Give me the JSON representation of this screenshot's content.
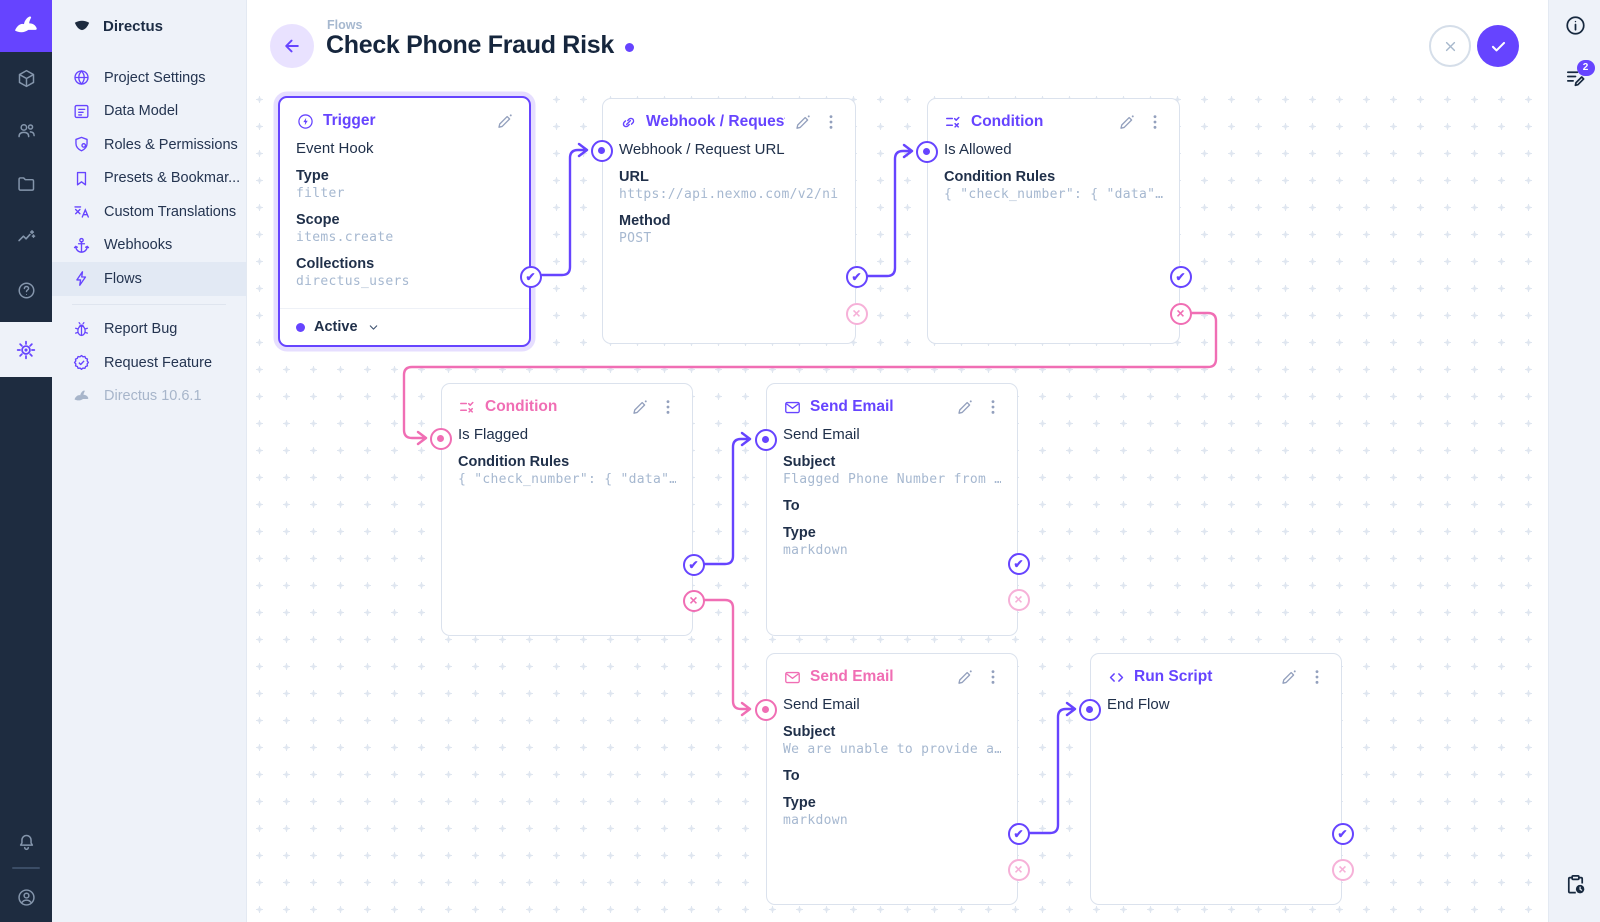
{
  "brand": {
    "primary": "#6644ff",
    "pink": "#f06eb4",
    "pink_muted": "#f6b1d8"
  },
  "nav": {
    "project_name": "Directus",
    "items": [
      {
        "label": "Project Settings",
        "icon": "globe"
      },
      {
        "label": "Data Model",
        "icon": "data-model"
      },
      {
        "label": "Roles & Permissions",
        "icon": "shield"
      },
      {
        "label": "Presets & Bookmar...",
        "icon": "bookmark"
      },
      {
        "label": "Custom Translations",
        "icon": "translate"
      },
      {
        "label": "Webhooks",
        "icon": "anchor"
      },
      {
        "label": "Flows",
        "icon": "bolt",
        "active": true
      }
    ],
    "footer_items": [
      {
        "label": "Report Bug",
        "icon": "bug"
      },
      {
        "label": "Request Feature",
        "icon": "feature"
      },
      {
        "label": "Directus 10.6.1",
        "icon": "rabbit",
        "muted": true
      }
    ]
  },
  "header": {
    "breadcrumb": "Flows",
    "title": "Check Phone Fraud Risk"
  },
  "right_bar": {
    "notes_badge": "2"
  },
  "flow": {
    "nodes": [
      {
        "id": "trigger",
        "type_label": "Trigger",
        "icon": "trigger",
        "accent": "purple",
        "selected": true,
        "name": "Event Hook",
        "fields": [
          {
            "label": "Type",
            "value": "filter"
          },
          {
            "label": "Scope",
            "value": "items.create"
          },
          {
            "label": "Collections",
            "value": "directus_users"
          }
        ],
        "status": "Active"
      },
      {
        "id": "webhook",
        "type_label": "Webhook / Request URL",
        "icon": "link",
        "accent": "purple",
        "name": "Webhook / Request URL",
        "fields": [
          {
            "label": "URL",
            "value": "https://api.nexmo.com/v2/ni"
          },
          {
            "label": "Method",
            "value": "POST"
          }
        ]
      },
      {
        "id": "cond_allowed",
        "type_label": "Condition",
        "icon": "condition",
        "accent": "purple",
        "name": "Is Allowed",
        "fields": [
          {
            "label": "Condition Rules",
            "value": "{ \"check_number\": { \"data\"…"
          }
        ]
      },
      {
        "id": "cond_flagged",
        "type_label": "Condition",
        "icon": "condition",
        "accent": "pink",
        "name": "Is Flagged",
        "fields": [
          {
            "label": "Condition Rules",
            "value": "{ \"check_number\": { \"data\"…"
          }
        ]
      },
      {
        "id": "email_flagged",
        "type_label": "Send Email",
        "icon": "email",
        "accent": "purple",
        "name": "Send Email",
        "fields": [
          {
            "label": "Subject",
            "value": "Flagged Phone Number from …"
          },
          {
            "label": "To",
            "value": ""
          },
          {
            "label": "Type",
            "value": "markdown"
          }
        ]
      },
      {
        "id": "email_unable",
        "type_label": "Send Email",
        "icon": "email",
        "accent": "pink",
        "name": "Send Email",
        "fields": [
          {
            "label": "Subject",
            "value": "We are unable to provide a…"
          },
          {
            "label": "To",
            "value": ""
          },
          {
            "label": "Type",
            "value": "markdown"
          }
        ]
      },
      {
        "id": "run_script",
        "type_label": "Run Script",
        "icon": "code",
        "accent": "purple",
        "name": "End Flow",
        "fields": []
      }
    ]
  }
}
